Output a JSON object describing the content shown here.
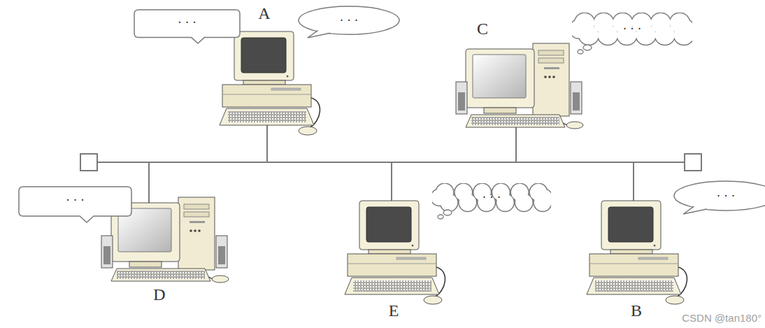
{
  "diagram": {
    "nodes": [
      {
        "text": [
          "· · ·"
        ]
      },
      {
        "text": [
          "A"
        ]
      },
      {
        "text": [
          "· · ·"
        ]
      },
      {
        "text": [
          "C"
        ]
      },
      {
        "text": [
          "· · ·"
        ]
      },
      {
        "text": [
          "· · ·"
        ]
      },
      {
        "text": [
          "D"
        ]
      },
      {
        "text": [
          "· · ·"
        ]
      },
      {
        "text": [
          "E"
        ]
      },
      {
        "text": [
          "· · ·"
        ]
      },
      {
        "text": [
          "B"
        ]
      }
    ],
    "labels": [
      "CSDN @tan180°"
    ]
  }
}
